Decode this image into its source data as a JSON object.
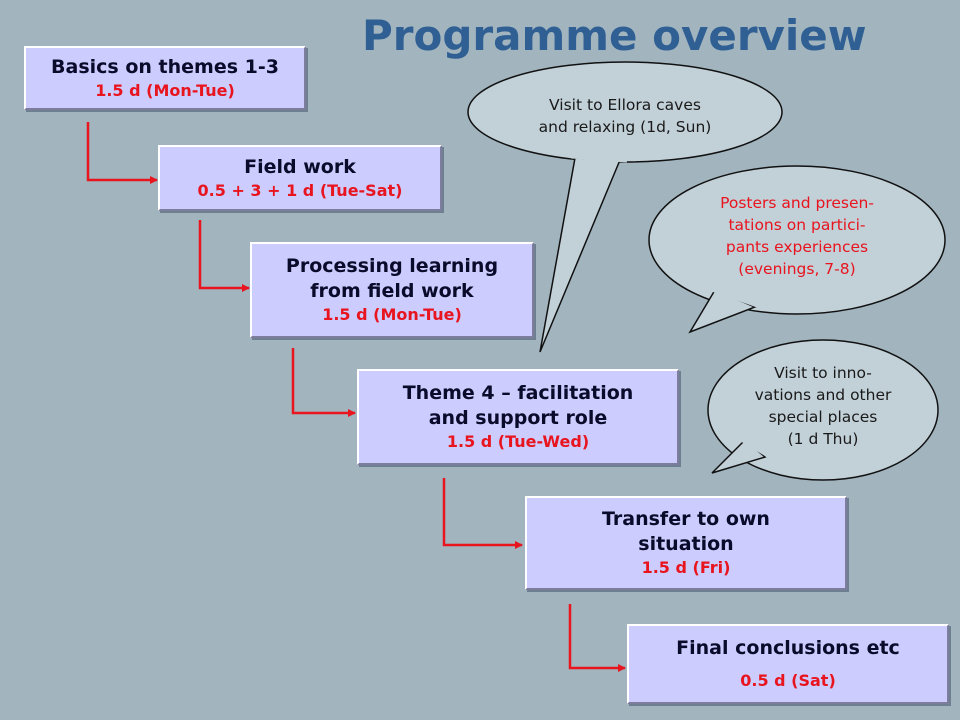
{
  "title": "Programme overview",
  "colors": {
    "background": "#a2b5bf",
    "title": "#2f5f93",
    "box_fill": "#ccccff",
    "arrow": "#e8141e",
    "detail_text": "#e8141e",
    "callout_fill": "#c2d0d8"
  },
  "steps": [
    {
      "label_lines": [
        "Basics on themes 1-3"
      ],
      "duration": "1.5 d (Mon-Tue)"
    },
    {
      "label_lines": [
        "Field work"
      ],
      "duration": "0.5 + 3 + 1 d (Tue-Sat)"
    },
    {
      "label_lines": [
        "Processing learning",
        "from field work"
      ],
      "duration": "1.5 d (Mon-Tue)"
    },
    {
      "label_lines": [
        "Theme 4 – facilitation",
        "and support role"
      ],
      "duration": "1.5 d (Tue-Wed)"
    },
    {
      "label_lines": [
        "Transfer to own",
        "situation"
      ],
      "duration": "1.5 d (Fri)"
    },
    {
      "label_lines": [
        "Final conclusions etc"
      ],
      "duration": "0.5 d (Sat)"
    }
  ],
  "callouts": [
    {
      "lines": [
        "Visit to Ellora caves",
        "and relaxing (1d, Sun)"
      ],
      "text_color": "#1a1a1a"
    },
    {
      "lines": [
        "Posters and presen-",
        "tations on partici-",
        "pants experiences",
        "(evenings, 7-8)"
      ],
      "text_color": "#e8141e"
    },
    {
      "lines": [
        "Visit to inno-",
        "vations and other",
        "special places",
        "(1 d Thu)"
      ],
      "text_color": "#1a1a1a"
    }
  ]
}
